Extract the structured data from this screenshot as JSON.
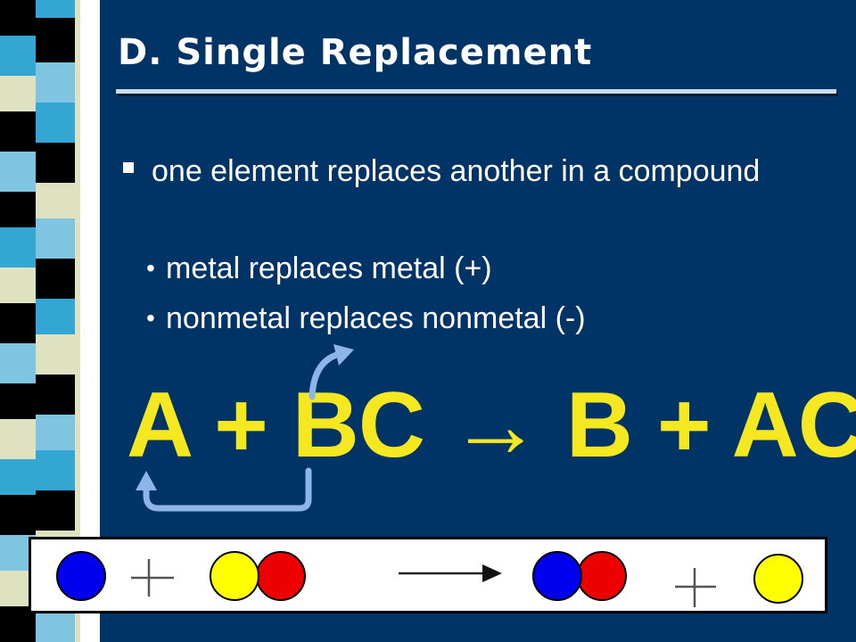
{
  "slide": {
    "title": "D. Single Replacement",
    "bullets": [
      {
        "text": "one element replaces another in a compound",
        "subitems": [
          "metal replaces metal (+)",
          "nonmetal replaces nonmetal (-)"
        ]
      }
    ],
    "equation": {
      "a": "A",
      "plus1": "+",
      "bc": "BC",
      "arrow": "→",
      "b": "B",
      "plus2": "+",
      "ac": "AC"
    },
    "colors": {
      "background": "#003366",
      "title": "#ffffff",
      "equation": "#f5e820",
      "swap_arrows": "#8fb4e8",
      "atom_blue": "#0000ee",
      "atom_yellow": "#ffff00",
      "atom_red": "#ee0000"
    }
  }
}
